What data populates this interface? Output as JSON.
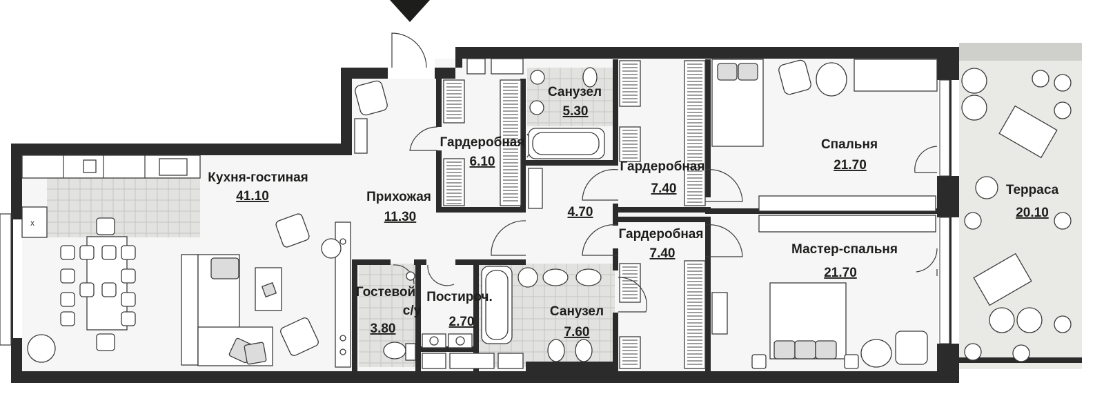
{
  "rooms": {
    "kitchen": {
      "name": "Кухня-гостиная",
      "area": "41.10"
    },
    "hall": {
      "name": "Прихожая",
      "area": "11.30"
    },
    "wardrobe1": {
      "name": "Гардеробная",
      "area": "6.10"
    },
    "bath1": {
      "name": "Санузел",
      "area": "5.30"
    },
    "wardrobe2": {
      "name": "Гардеробная",
      "area": "7.40"
    },
    "corridor": {
      "area": "4.70"
    },
    "wardrobe3": {
      "name": "Гардеробная",
      "area": "7.40"
    },
    "bedroom": {
      "name": "Спальня",
      "area": "21.70"
    },
    "master": {
      "name": "Мастер-спальня",
      "area": "21.70"
    },
    "terrace": {
      "name": "Терраса",
      "area": "20.10"
    },
    "guest_wc": {
      "name_line1": "Гостевой",
      "name_line2": "с/у",
      "area": "3.80"
    },
    "laundry": {
      "name": "Постироч.",
      "area": "2.70"
    },
    "bath2": {
      "name": "Санузел",
      "area": "7.60"
    }
  },
  "entrance_marker": "entrance-arrow-icon"
}
